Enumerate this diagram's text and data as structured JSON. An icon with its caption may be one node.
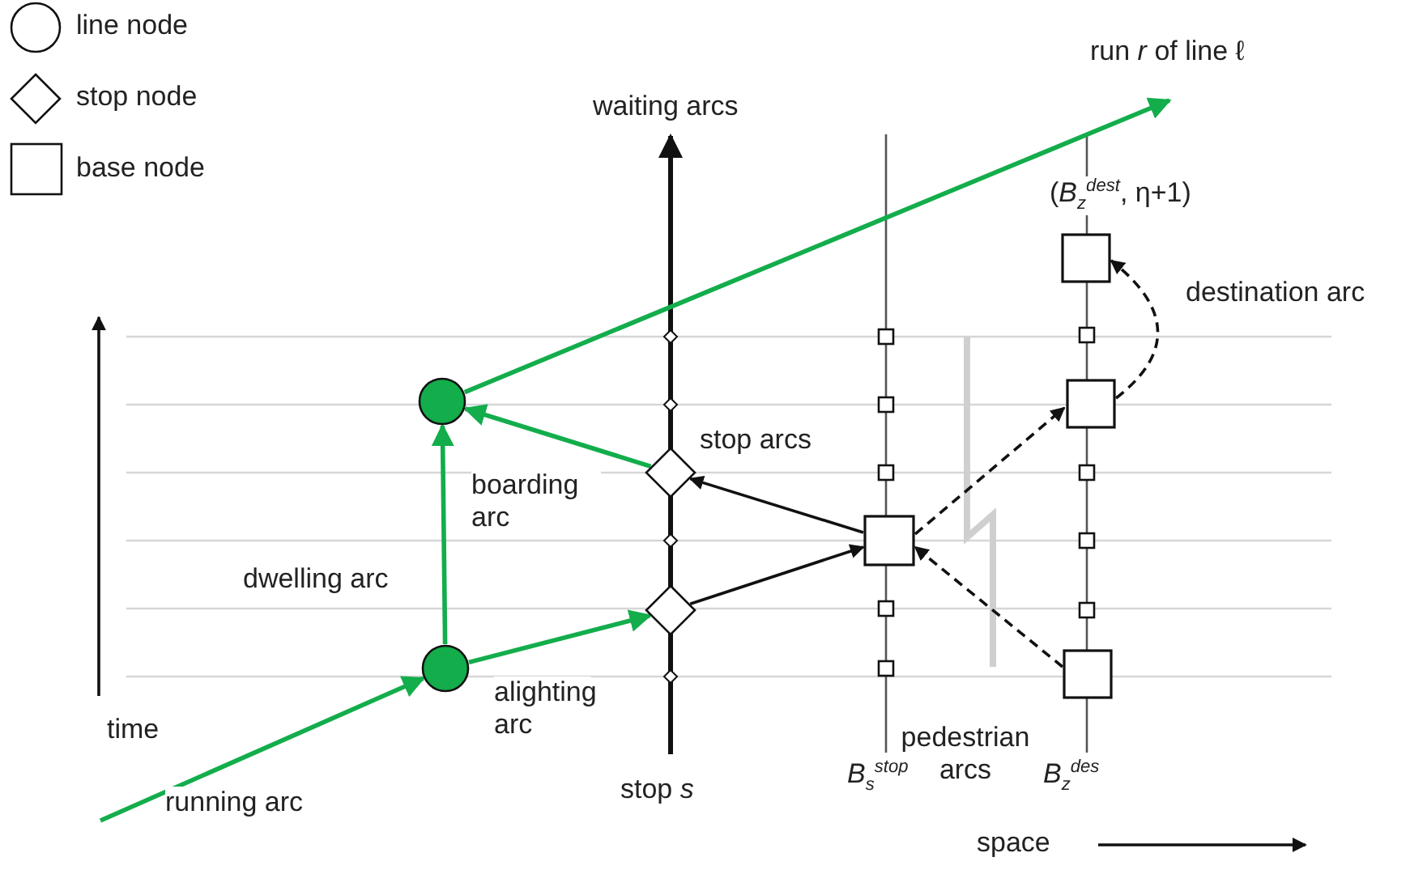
{
  "diagram": {
    "nodes": [
      {
        "text": [],
        "shape": "circle"
      },
      {
        "text": [],
        "shape": "circle"
      },
      {
        "text": [],
        "shape": "diamond"
      },
      {
        "text": [],
        "shape": "diamond"
      },
      {
        "text": [],
        "shape": "box"
      },
      {
        "text": [],
        "shape": "box",
        "beside": [
          "(*B*$_{z}$$^{dest}$, η+1)"
        ]
      },
      {
        "text": [],
        "shape": "box"
      },
      {
        "text": [],
        "shape": "box"
      }
    ],
    "edges": [
      {
        "from": null,
        "to": 1,
        "arrow": "to",
        "color": "#13ad4c",
        "label": "running arc"
      },
      {
        "from": 1,
        "to": 0,
        "arrow": "to",
        "color": "#13ad4c",
        "label": "dwelling arc"
      },
      {
        "from": 1,
        "to": 3,
        "arrow": "to",
        "color": "#13ad4c",
        "label": "alighting arc"
      },
      {
        "from": 2,
        "to": 0,
        "arrow": "to",
        "color": "#13ad4c",
        "label": "boarding arc"
      },
      {
        "from": 0,
        "to": null,
        "arrow": "to",
        "color": "#13ad4c",
        "label": "run *r* of line ℓ"
      },
      {
        "from": 4,
        "to": 2,
        "arrow": "to",
        "color": "#111111",
        "label": "stop arcs"
      },
      {
        "from": 3,
        "to": 4,
        "arrow": "to",
        "color": "#111111"
      },
      {
        "from": 4,
        "to": 6,
        "arrow": "to",
        "style": "dashed",
        "color": "#111111"
      },
      {
        "from": 7,
        "to": 4,
        "arrow": "to",
        "style": "dashed",
        "color": "#111111",
        "label": "pedestrian arcs"
      },
      {
        "from": 6,
        "to": 5,
        "arrow": "to",
        "style": "dashed",
        "color": "#111111",
        "label": "destination arc"
      }
    ],
    "labels": [
      "waiting arcs",
      "time",
      "stop *s*",
      "*B*$_{s}$$^{stop}$",
      "*B*$_{z}$$^{des}$",
      "space"
    ],
    "legend": [
      {
        "text": "line node"
      },
      {
        "text": "stop node"
      },
      {
        "text": "base node"
      }
    ]
  }
}
